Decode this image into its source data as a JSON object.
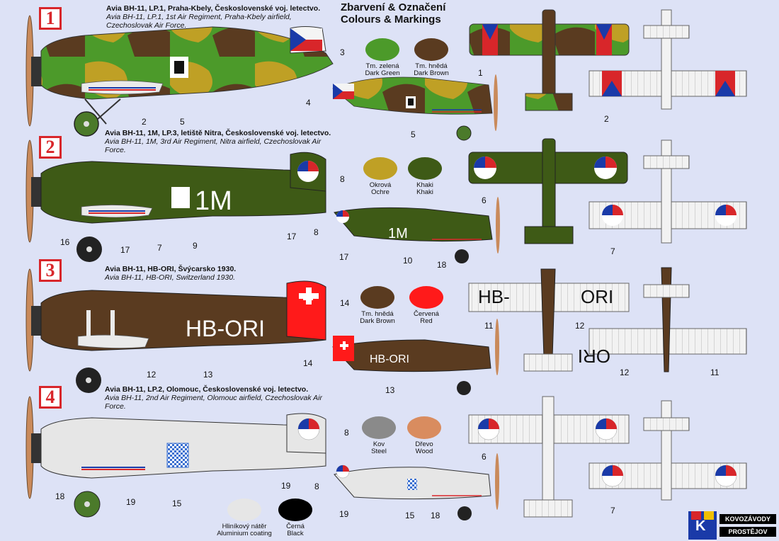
{
  "header": {
    "title_cz": "Zbarvení & Označení",
    "title_en": "Colours & Markings"
  },
  "schemes": [
    {
      "number": "1",
      "caption_cz": "Avia BH-11, LP.1, Praha-Kbely, Československé voj. letectvo.",
      "caption_en": "Avia BH-11, LP.1, 1st Air Regiment, Praha-Kbely airfield, Czechoslovak Air Force."
    },
    {
      "number": "2",
      "caption_cz": "Avia BH-11, 1M, LP.3, letiště Nitra, Československé voj. letectvo.",
      "caption_en": "Avia BH-11, 1M, 3rd Air Regiment, Nitra airfield, Czechoslovak Air Force.",
      "code": "1M"
    },
    {
      "number": "3",
      "caption_cz": "Avia BH-11, HB-ORI, Švýcarsko 1930.",
      "caption_en": "Avia BH-11, HB-ORI, Switzerland 1930.",
      "code": "HB-ORI",
      "wing_left": "HB-",
      "wing_right": "ORI"
    },
    {
      "number": "4",
      "caption_cz": "Avia BH-11, LP.2, Olomouc, Československé voj. letectvo.",
      "caption_en": "Avia BH-11, 2nd Air Regiment, Olomouc airfield, Czechoslovak Air Force."
    }
  ],
  "swatches": [
    {
      "cz": "Tm. zelená",
      "en": "Dark Green",
      "color": "#4c9a2a"
    },
    {
      "cz": "Tm. hnědá",
      "en": "Dark Brown",
      "color": "#5a3b20"
    },
    {
      "cz": "Okrová",
      "en": "Ochre",
      "color": "#bfa025"
    },
    {
      "cz": "Khaki",
      "en": "Khaki",
      "color": "#3e5a16"
    },
    {
      "cz": "Tm. hnědá",
      "en": "Dark Brown",
      "color": "#5a3b20"
    },
    {
      "cz": "Červená",
      "en": "Red",
      "color": "#ff1a1a"
    },
    {
      "cz": "Kov",
      "en": "Steel",
      "color": "#8a8a8a"
    },
    {
      "cz": "Dřevo",
      "en": "Wood",
      "color": "#d98c5f"
    },
    {
      "cz": "Hliníkový nátěr",
      "en": "Aluminium coating",
      "color": "#e6e6e6"
    },
    {
      "cz": "Černá",
      "en": "Black",
      "color": "#000000"
    }
  ],
  "callouts": [
    "1",
    "2",
    "3",
    "4",
    "5",
    "6",
    "7",
    "8",
    "9",
    "10",
    "11",
    "12",
    "13",
    "14",
    "15",
    "16",
    "17",
    "18",
    "19"
  ],
  "logo": {
    "line1": "KOVOZÁVODY",
    "line2": "PROSTĚJOV",
    "letter": "K"
  },
  "colors": {
    "background": "#dde2f6",
    "badge_red": "#d8262a",
    "roundel_blue": "#1a3aa8",
    "roundel_red": "#d8262a"
  }
}
